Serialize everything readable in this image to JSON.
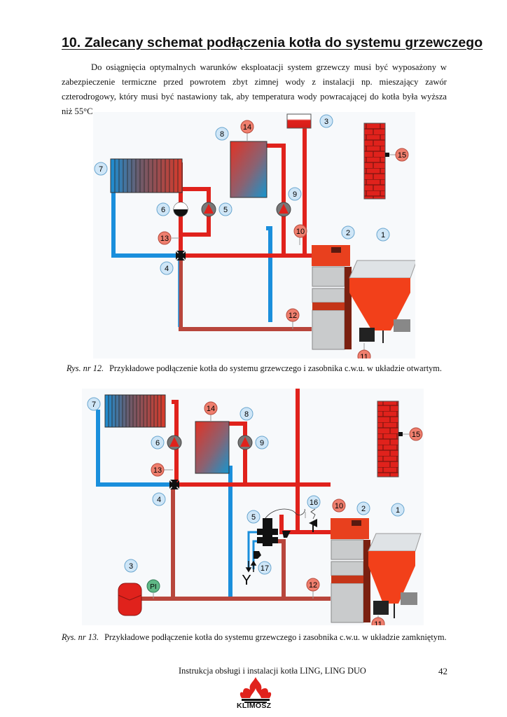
{
  "section": {
    "heading": "10.   Zalecany schemat podłączenia kotła do systemu grzewczego",
    "paragraph": "Do osiągnięcia optymalnych warunków eksploatacji system grzewczy musi być wyposażony w zabezpieczenie termiczne przed powrotem zbyt zimnej wody z instalacji np. mieszający zawór czterodrogowy, który musi być nastawiony tak, aby temperatura wody powracającej do kotła była wyższa niż 55°C."
  },
  "figures": [
    {
      "caption_number": "Rys. nr 12.",
      "caption_text": "Przykładowe podłączenie kotła do systemu grzewczego i zasobnika c.w.u. w układzie otwartym.",
      "labels": [
        "1",
        "2",
        "3",
        "4",
        "5",
        "6",
        "7",
        "8",
        "9",
        "10",
        "11",
        "12",
        "13",
        "14",
        "15"
      ]
    },
    {
      "caption_number": "Rys. nr 13.",
      "caption_text": "Przykładowe podłączenie kotła do systemu grzewczego i zasobnika c.w.u. w układzie zamkniętym.",
      "labels": [
        "1",
        "2",
        "3",
        "4",
        "5",
        "6",
        "7",
        "8",
        "9",
        "10",
        "11",
        "12",
        "13",
        "14",
        "15",
        "16",
        "17"
      ],
      "pressure_gauge": "PI",
      "y_symbol": "Y"
    }
  ],
  "footer": {
    "text": "Instrukcja obsługi i instalacji kotła LING, LING DUO",
    "page": "42",
    "logo": "KLIMOSZ"
  },
  "colors": {
    "hot_pipe": "#e0221c",
    "cold_pipe": "#1a8fdc",
    "label_blue": "#cfe6f7",
    "label_red": "#ef7f6e",
    "boiler": "#e8401e",
    "door": "#c9cbcc"
  }
}
